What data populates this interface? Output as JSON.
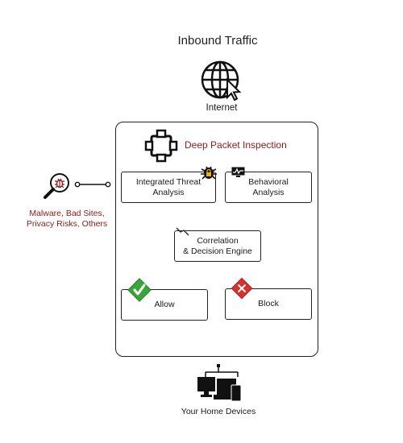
{
  "header": {
    "title": "Inbound Traffic"
  },
  "internet": {
    "label": "Internet",
    "icon": "globe-cursor-icon"
  },
  "dpi": {
    "label": "Deep Packet Inspection",
    "icon": "chip-icon",
    "color": "#8b1a1a"
  },
  "modules": {
    "integrated_threat": "Integrated Threat\nAnalysis",
    "behavioral": "Behavioral\nAnalysis",
    "correlation": "Correlation\n& Decision Engine",
    "allow": "Allow",
    "block": "Block"
  },
  "threats": {
    "label": "Malware, Bad Sites,\nPrivacy Risks, Others",
    "color": "#8b1a1a",
    "icon": "magnifier-bug-icon"
  },
  "devices": {
    "label": "Your Home Devices",
    "icon": "home-devices-icon"
  },
  "status_colors": {
    "allow": "#3aa63a",
    "block": "#d93030"
  }
}
